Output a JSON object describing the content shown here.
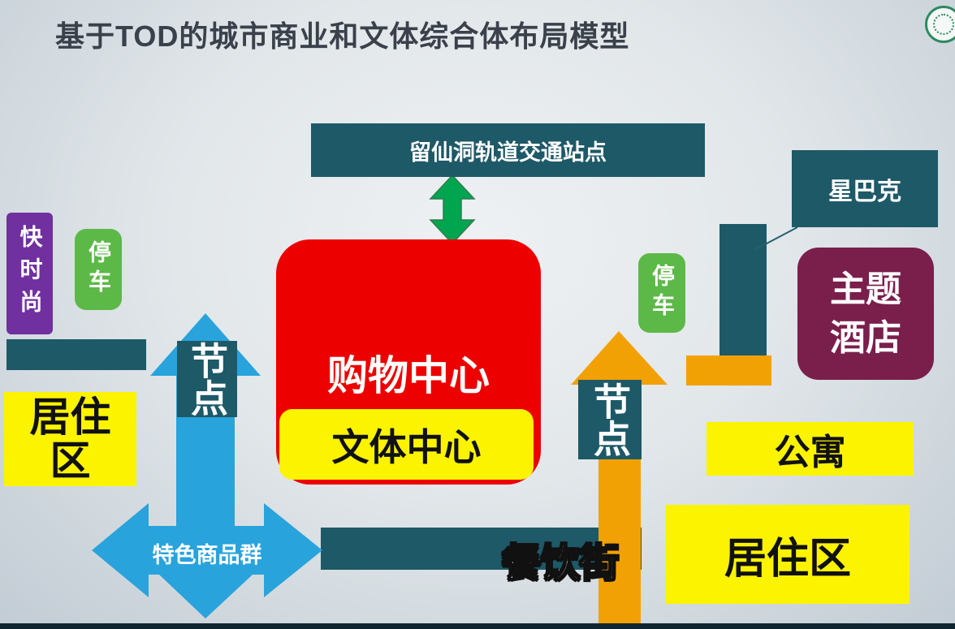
{
  "title": "基于TOD的城市商业和文体综合体布局模型",
  "nodes": {
    "station": "留仙洞轨道交通站点",
    "shopping_center": "购物中心",
    "cultural_center": "文体中心",
    "fast_fashion": "快时尚",
    "parking_left": "停车",
    "parking_right": "停车",
    "residential_left": "居住区",
    "node_left": "节点",
    "node_right": "节点",
    "specialty_goods": "特色商品群",
    "dining_street": "餐饮街",
    "starbucks": "星巴克",
    "theme_hotel": "主题酒店",
    "apartment": "公寓",
    "residential_right": "居住区"
  },
  "icons": {
    "corner_logo": "circular-emblem"
  },
  "colors": {
    "teal_box": "#1E5968",
    "red_box": "#EC0000",
    "yellow_box": "#FBF300",
    "purple_box": "#7030A0",
    "green_box": "#5CB947",
    "green_arrow": "#00A550",
    "blue_arrow": "#29A3DC",
    "orange_arrow": "#F2A105",
    "maroon_box": "#7A1F4C"
  }
}
